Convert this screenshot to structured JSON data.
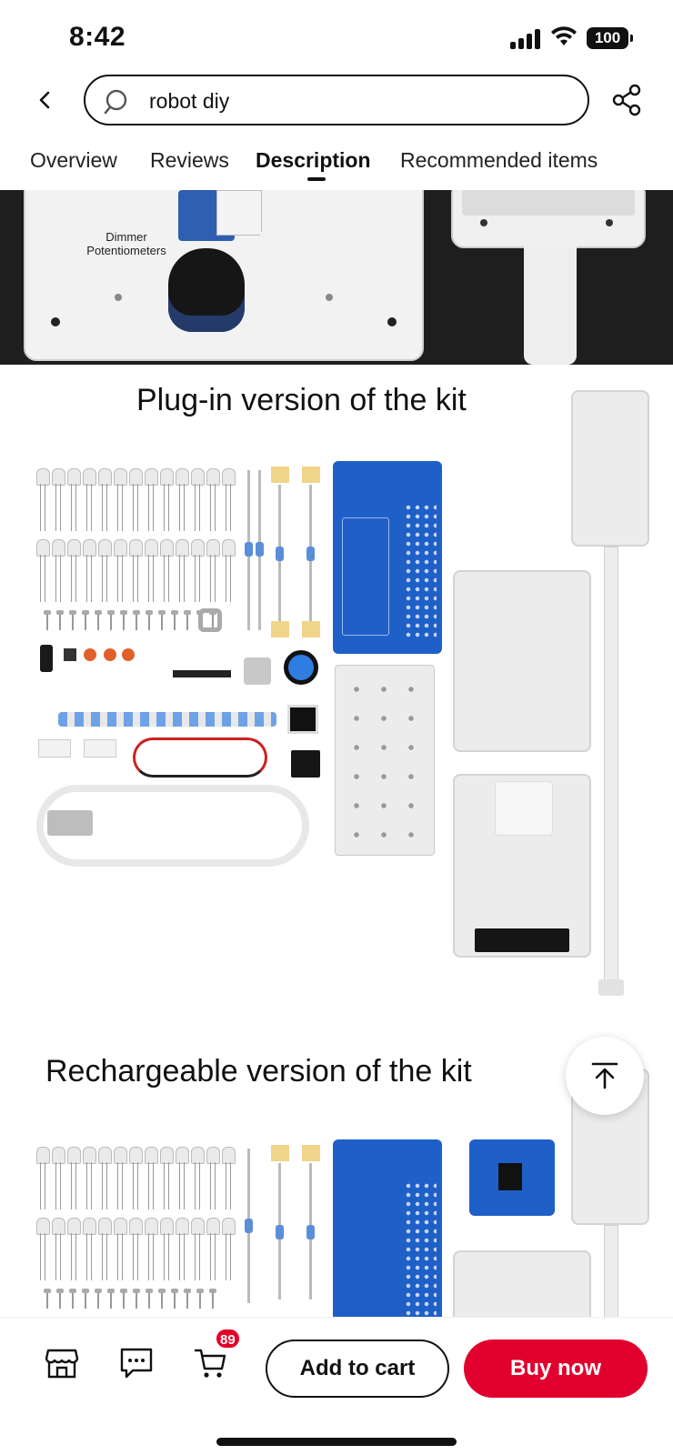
{
  "status_bar": {
    "time": "8:42",
    "battery": "100"
  },
  "search": {
    "query": "robot diy"
  },
  "tabs": [
    {
      "label": "Overview"
    },
    {
      "label": "Reviews"
    },
    {
      "label": "Description"
    },
    {
      "label": "Recommended items"
    }
  ],
  "active_tab": "Description",
  "images": {
    "top_caption": "Dimmer Potentiometers",
    "section1_title": "Plug-in version of the kit",
    "section2_title": "Rechargeable version of the kit"
  },
  "bottom_bar": {
    "cart_count": "89",
    "add_to_cart_label": "Add to cart",
    "buy_now_label": "Buy now"
  },
  "colors": {
    "accent": "#e1002d",
    "text": "#111111",
    "pcb": "#1f5fc8"
  }
}
